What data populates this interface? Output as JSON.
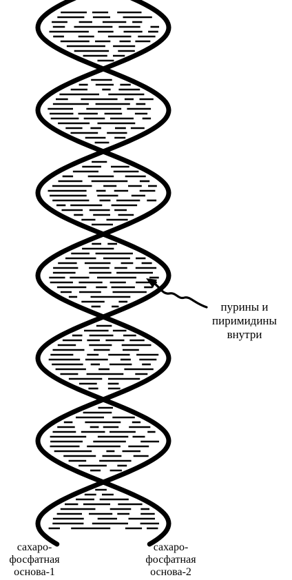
{
  "colors": {
    "ink": "#000000",
    "background": "#ffffff"
  },
  "annotations": {
    "bases_inside": [
      "пурины и",
      "пиримидины",
      "внутри"
    ],
    "backbone_1": [
      "сахаро-",
      "фосфатная",
      "основа-1"
    ],
    "backbone_2": [
      "сахаро-",
      "фосфатная",
      "основа-2"
    ]
  }
}
